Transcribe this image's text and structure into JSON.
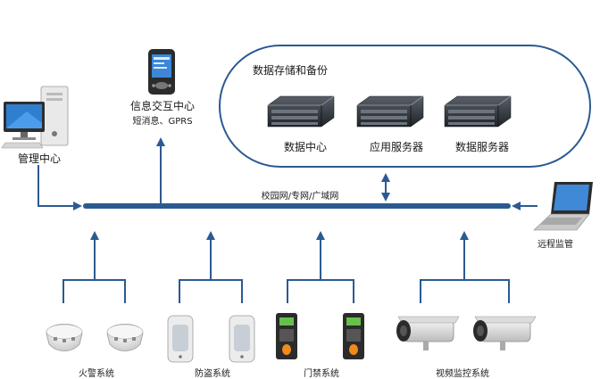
{
  "storage": {
    "title": "数据存储和备份",
    "servers": [
      "数据中心",
      "应用服务器",
      "数据服务器"
    ]
  },
  "management": {
    "label": "管理中心"
  },
  "info": {
    "title": "信息交互中心",
    "subtitle": "短消息、GPRS"
  },
  "network": {
    "label": "校园网/专网/广域网"
  },
  "remote": {
    "label": "远程监管"
  },
  "subsystems": [
    "火警系统",
    "防盗系统",
    "门禁系统",
    "视频监控系统"
  ],
  "colors": {
    "line": "#2b5a92",
    "frame": "#2b5a92",
    "server": "#2a2f36"
  }
}
